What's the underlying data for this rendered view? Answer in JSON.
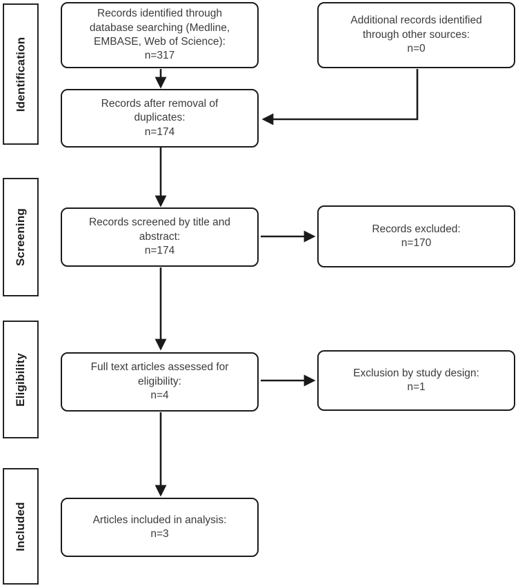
{
  "diagram": {
    "type": "prisma-flow-diagram",
    "colors": {
      "background": "#ffffff",
      "box_border": "#1a1a1a",
      "stage_border": "#222222",
      "text": "#3b3b3b",
      "arrow": "#1a1a1a"
    },
    "stages": [
      {
        "label": "Identification"
      },
      {
        "label": "Screening"
      },
      {
        "label": "Eligibility"
      },
      {
        "label": "Included"
      }
    ],
    "boxes": {
      "identified": {
        "text": "Records identified through\ndatabase searching (Medline,\nEMBASE, Web of Science):\nn=317",
        "count": "n=317"
      },
      "additional": {
        "text": "Additional records identified\nthrough other sources:\nn=0",
        "count": "n=0"
      },
      "deduplicated": {
        "text": "Records after removal of\nduplicates:\nn=174",
        "count": "n=174"
      },
      "screened": {
        "text": "Records screened by title and\nabstract:\nn=174",
        "count": "n=174"
      },
      "excluded": {
        "text": "Records excluded:\nn=170",
        "count": "n=170"
      },
      "fulltext": {
        "text": "Full text articles assessed for\neligibility:\nn=4",
        "count": "n=4"
      },
      "design_excluded": {
        "text": "Exclusion by study design:\nn=1",
        "count": "n=1"
      },
      "analysis": {
        "text": "Articles included in analysis:\nn=3",
        "count": "n=3"
      }
    }
  }
}
